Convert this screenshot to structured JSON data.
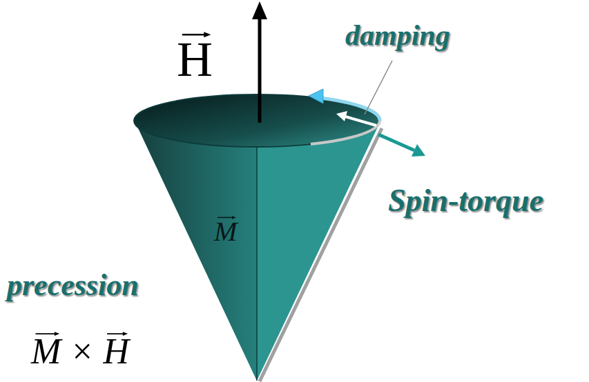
{
  "diagram": {
    "labels": [
      "H",
      "damping",
      "Spin-torque",
      "M",
      "precession",
      "M × H"
    ]
  }
}
